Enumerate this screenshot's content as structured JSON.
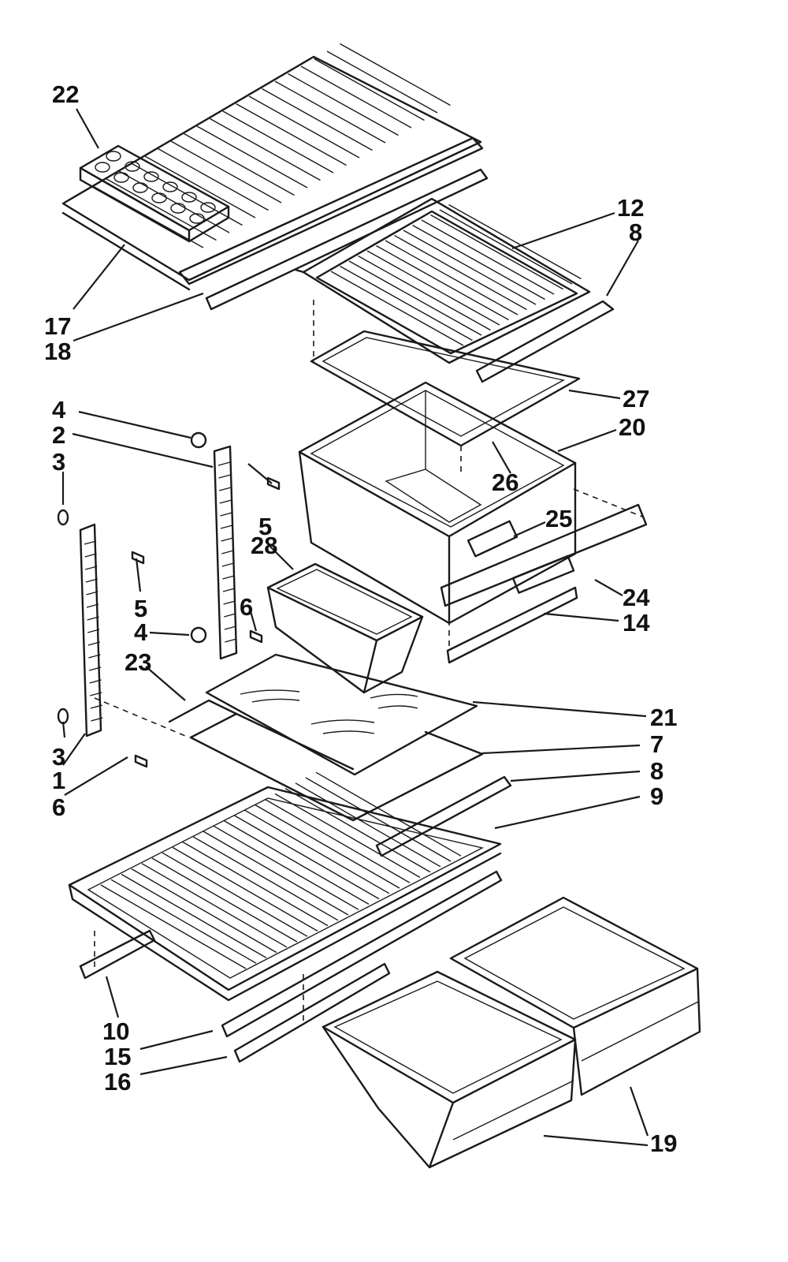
{
  "callouts": [
    {
      "id": "p1",
      "text": "1"
    },
    {
      "id": "p2",
      "text": "2"
    },
    {
      "id": "p3a",
      "text": "3"
    },
    {
      "id": "p3b",
      "text": "3"
    },
    {
      "id": "p4a",
      "text": "4"
    },
    {
      "id": "p4b",
      "text": "4"
    },
    {
      "id": "p5a",
      "text": "5"
    },
    {
      "id": "p5b",
      "text": "5"
    },
    {
      "id": "p6a",
      "text": "6"
    },
    {
      "id": "p6b",
      "text": "6"
    },
    {
      "id": "p7",
      "text": "7"
    },
    {
      "id": "p8a",
      "text": "8"
    },
    {
      "id": "p8b",
      "text": "8"
    },
    {
      "id": "p9",
      "text": "9"
    },
    {
      "id": "p10",
      "text": "10"
    },
    {
      "id": "p12",
      "text": "12"
    },
    {
      "id": "p14",
      "text": "14"
    },
    {
      "id": "p15",
      "text": "15"
    },
    {
      "id": "p16",
      "text": "16"
    },
    {
      "id": "p17",
      "text": "17"
    },
    {
      "id": "p18",
      "text": "18"
    },
    {
      "id": "p19",
      "text": "19"
    },
    {
      "id": "p20",
      "text": "20"
    },
    {
      "id": "p21",
      "text": "21"
    },
    {
      "id": "p22",
      "text": "22"
    },
    {
      "id": "p23",
      "text": "23"
    },
    {
      "id": "p24",
      "text": "24"
    },
    {
      "id": "p25",
      "text": "25"
    },
    {
      "id": "p26",
      "text": "26"
    },
    {
      "id": "p27",
      "text": "27"
    },
    {
      "id": "p28",
      "text": "28"
    }
  ]
}
